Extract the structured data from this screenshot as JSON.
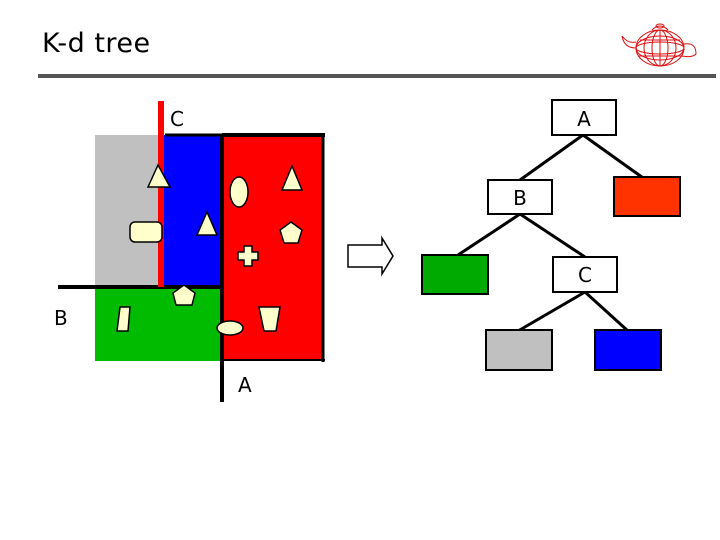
{
  "title": "K-d tree",
  "colors": {
    "region_gray": "#c0c0c0",
    "region_blue": "#0000ff",
    "region_red": "#ff0000",
    "region_green": "#00bb00",
    "split_line_c": "#ff0000",
    "split_line_ab": "#000000",
    "object_fill": "#ffffcc",
    "tree_leaf_red": "#ff3300",
    "tree_leaf_green": "#00aa00",
    "tree_leaf_gray": "#c0c0c0",
    "tree_leaf_blue": "#0000ff"
  },
  "split_labels": {
    "c": "C",
    "b": "B",
    "a": "A"
  },
  "tree_nodes": {
    "root": "A",
    "mid": "B",
    "inner": "C"
  },
  "icons": {
    "logo": "teapot-wireframe-icon",
    "arrow": "right-arrow-icon"
  }
}
